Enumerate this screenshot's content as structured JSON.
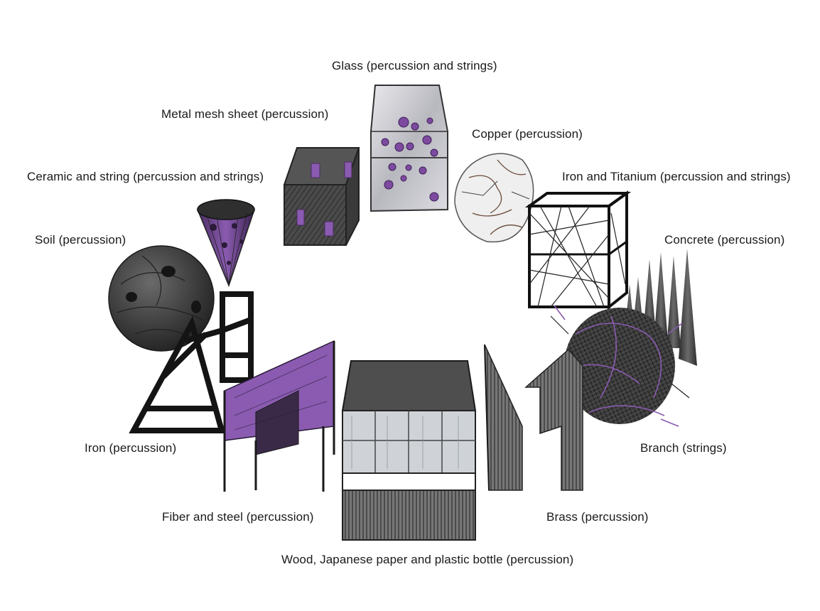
{
  "labels": {
    "glass": "Glass (percussion and strings)",
    "metal_mesh": "Metal mesh sheet (percussion)",
    "copper": "Copper (percussion)",
    "ceramic": "Ceramic and string (percussion and strings)",
    "iron_titanium": "Iron and Titanium (percussion and strings)",
    "soil": "Soil (percussion)",
    "concrete": "Concrete (percussion)",
    "iron": "Iron (percussion)",
    "branch": "Branch (strings)",
    "fiber_steel": "Fiber and steel (percussion)",
    "brass": "Brass (percussion)",
    "wood": "Wood, Japanese paper and plastic bottle (percussion)"
  },
  "colors": {
    "accent_purple": "#8a5bb0",
    "dark_gray": "#3a3a3a",
    "mid_gray": "#6e6e6e",
    "line_black": "#1a1a1a"
  }
}
